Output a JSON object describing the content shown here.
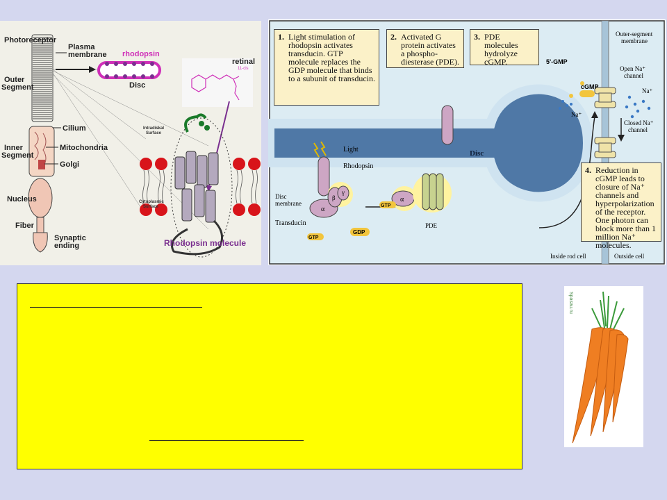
{
  "photoreceptor": {
    "photoreceptor": "Photoreceptor",
    "plasma_membrane_1": "Plasma",
    "plasma_membrane_2": "membrane",
    "outer_segment_1": "Outer",
    "outer_segment_2": "Segment",
    "rhodopsin": "rhodopsin",
    "disc": "Disc",
    "retinal": "retinal",
    "retinal_isomer": "11-cis",
    "cilium": "Cilium",
    "inner_segment_1": "Inner",
    "inner_segment_2": "Segment",
    "mitochondria": "Mitochondria",
    "golgi": "Golgi",
    "nucleus": "Nucleus",
    "fiber": "Fiber",
    "synaptic_1": "Synaptic",
    "synaptic_2": "ending",
    "intradiskal_1": "Intradiskal",
    "intradiskal_2": "Surface",
    "cytoplasmic_1": "Cytoplasmic",
    "cytoplasmic_2": "Surface",
    "rhodopsin_molecule": "Rhodopsin molecule"
  },
  "transduction": {
    "step1": {
      "num": "1.",
      "text": "Light stimulation of rhodopsin activates transducin. GTP molecule replaces the GDP molecule that binds to a subunit of transducin."
    },
    "step2": {
      "num": "2.",
      "text": "Activated G protein activates a phospho-diesterase (PDE)."
    },
    "step3": {
      "num": "3.",
      "text": "PDE molecules hydrolyze cGMP."
    },
    "step4": {
      "num": "4.",
      "text": "Reduction in cGMP leads to closure of Na⁺ channels and hyperpolarization of the receptor. One photon can block more than 1 million Na⁺ molecules."
    },
    "outer_membrane_1": "Outer-segment",
    "outer_membrane_2": "membrane",
    "five_gmp": "5'-GMP",
    "cgmp": "cGMP",
    "open_channel_1": "Open Na⁺",
    "open_channel_2": "channel",
    "na_plus_1": "Na⁺",
    "na_plus_2": "Na⁺",
    "closed_channel_1": "Closed Na⁺",
    "closed_channel_2": "channel",
    "light": "Light",
    "rhodopsin": "Rhodopsin",
    "disc": "Disc",
    "disc_membrane_1": "Disc",
    "disc_membrane_2": "membrane",
    "transducin": "Transducin",
    "alpha": "α",
    "alpha2": "α",
    "beta": "β",
    "gamma": "γ",
    "gtp": "GTP",
    "gtp2": "GTP",
    "gdp": "GDP",
    "pde": "PDE",
    "inside_cell": "Inside rod cell",
    "outside_cell": "Outside cell"
  },
  "carrot": {
    "watermark": "Spasau.ru"
  },
  "colors": {
    "background": "#d4d7ef",
    "note_box": "#ffff00",
    "rhodopsin": "#cf2fb8",
    "disc_blue": "#5579a5",
    "callout": "#fbf1c8",
    "membrane_red": "#d8141a"
  }
}
